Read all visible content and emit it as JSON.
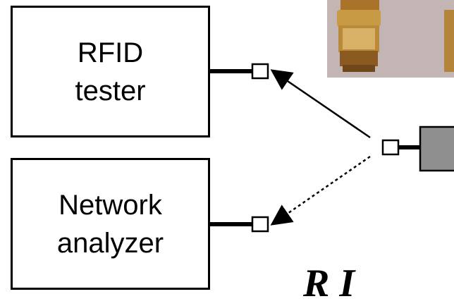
{
  "rfid_tester": {
    "line1": "RFID",
    "line2": "tester"
  },
  "network_analyzer": {
    "line1": "Network",
    "line2": "analyzer"
  },
  "partial_label": "R  I",
  "photo": {
    "subject": "brass SMA connectors",
    "background": "#c3b5b4"
  },
  "device": {
    "fill": "#8f8f8f"
  }
}
